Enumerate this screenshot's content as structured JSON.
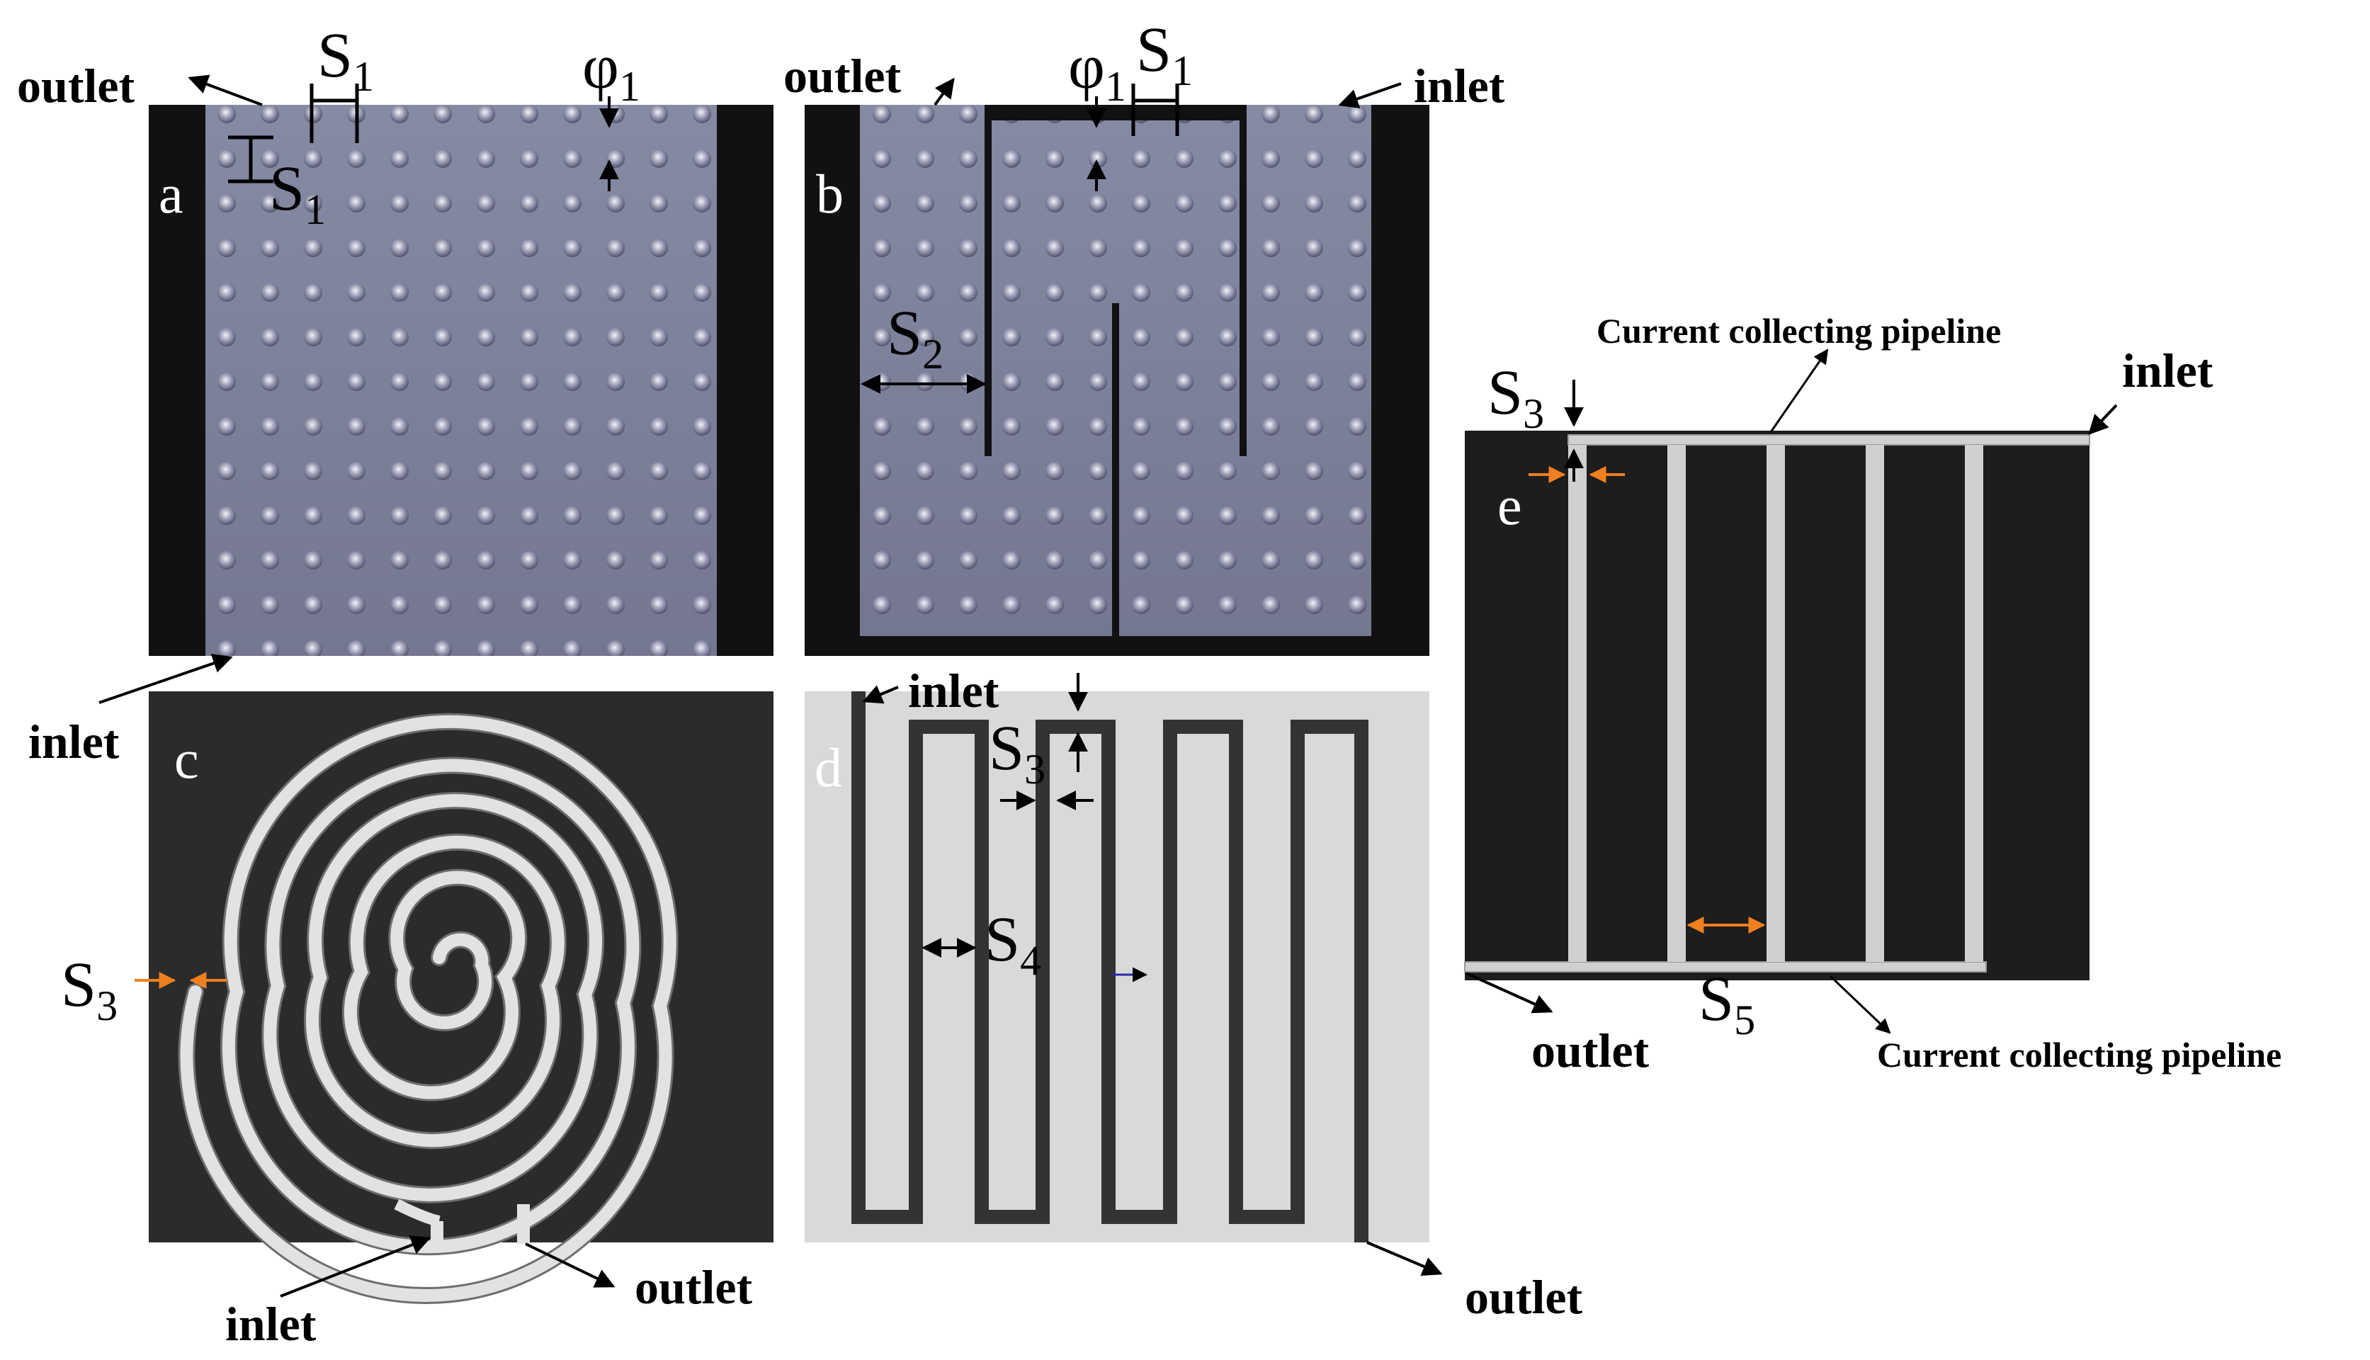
{
  "labels": {
    "outlet": "outlet",
    "inlet": "inlet",
    "current_collecting_pipeline": "Current collecting  pipeline"
  },
  "symbols": {
    "s1": "S",
    "s1_sub": "1",
    "s2": "S",
    "s2_sub": "2",
    "s3": "S",
    "s3_sub": "3",
    "s4": "S",
    "s4_sub": "4",
    "s5": "S",
    "s5_sub": "5",
    "phi1": "φ",
    "phi1_sub": "1"
  },
  "panels": {
    "a": "a",
    "b": "b",
    "c": "c",
    "d": "d",
    "e": "e"
  },
  "colors": {
    "plate_dimple": "#7d7f98",
    "frame_dark": "#111111",
    "panel_bg_dark": "#2b2b2b",
    "channel_light": "#d8d8d8",
    "arrow_orange": "#f07f20",
    "arrow_black": "#000000"
  }
}
